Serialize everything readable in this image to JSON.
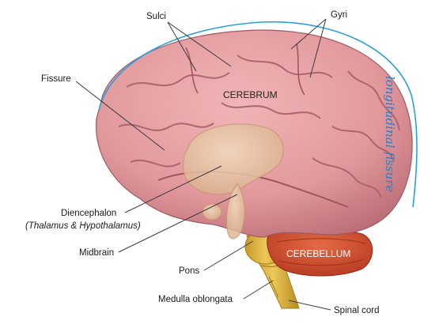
{
  "labels": {
    "sulci": "Sulci",
    "gyri": "Gyri",
    "fissure": "Fissure",
    "cerebrum": "CEREBRUM",
    "diencephalon": "Diencephalon",
    "diencephalon_sub": "(Thalamus & Hypothalamus)",
    "midbrain": "Midbrain",
    "pons": "Pons",
    "cerebellum": "CEREBELLUM",
    "medulla": "Medulla oblongata",
    "spinal_cord": "Spinal cord",
    "handwritten": "longitudinal fissure"
  },
  "colors": {
    "cerebrum": "#e2999d",
    "cerebrum_shadow": "#b86a72",
    "diencephalon": "#e8c6a0",
    "brainstem": "#e1b83e",
    "cerebellum": "#d24a2c",
    "outline_pen": "#2a9fe0",
    "handwriting": "#2a7fc9"
  }
}
